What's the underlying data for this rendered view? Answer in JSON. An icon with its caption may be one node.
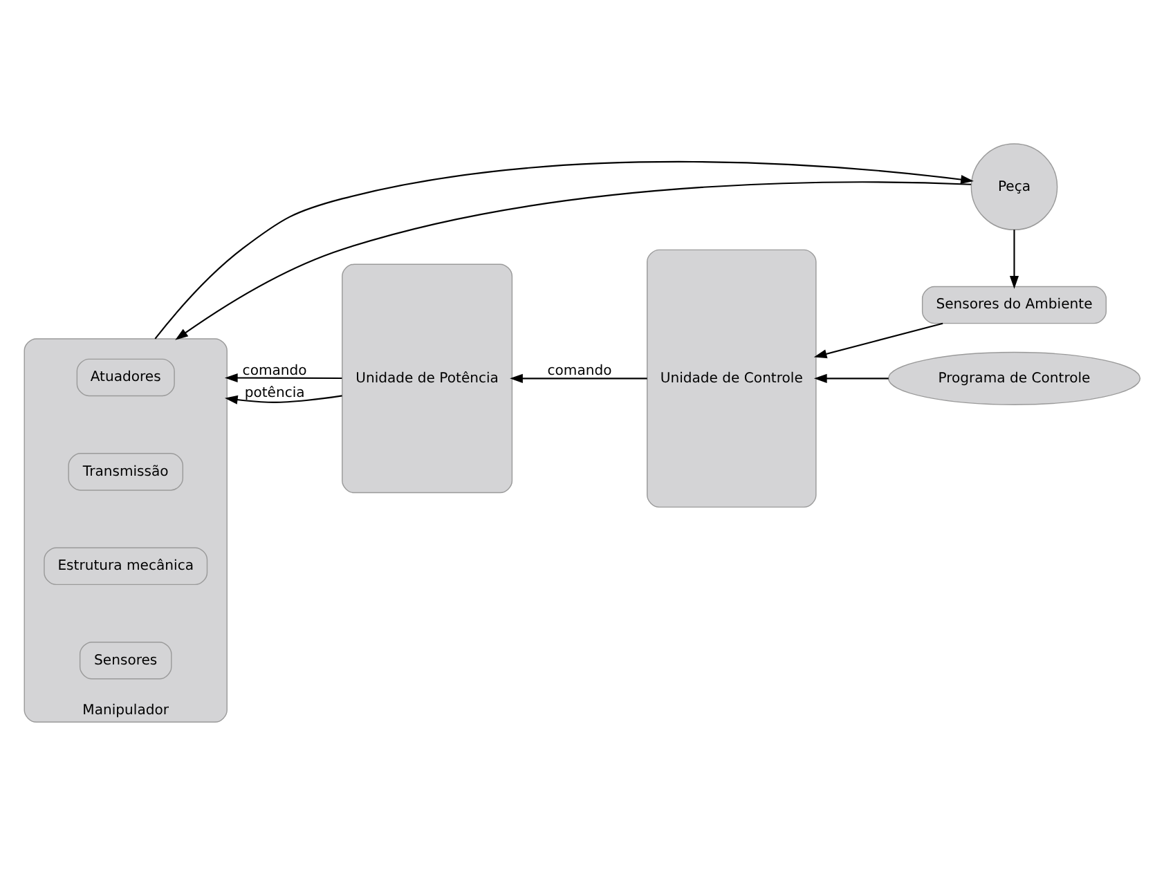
{
  "diagram": {
    "nodes": [
      {
        "text": [
          "Manipulador"
        ]
      },
      {
        "text": [
          "Sensores"
        ],
        "in": 0
      },
      {
        "text": [
          "Estrutura mecânica"
        ],
        "in": 0
      },
      {
        "text": [
          "Transmissão"
        ],
        "in": 0
      },
      {
        "text": [
          "Atuadores"
        ],
        "in": 0
      },
      {
        "text": [
          "Unidade de Potência"
        ]
      },
      {
        "text": [
          "Unidade de Controle"
        ]
      },
      {
        "text": [
          "Peça"
        ]
      },
      {
        "text": [
          "Sensores do Ambiente"
        ]
      },
      {
        "text": [
          "Programa de Controle"
        ]
      }
    ],
    "edges": [
      {
        "from": 6,
        "to": 5,
        "arrow": "to",
        "label": "comando"
      },
      {
        "from": 5,
        "to": 0,
        "arrow": "to",
        "label": "comando"
      },
      {
        "from": 5,
        "to": 0,
        "arrow": "to",
        "label": "potência"
      },
      {
        "from": 0,
        "to": 7,
        "arrow": "to"
      },
      {
        "from": 7,
        "to": 0,
        "arrow": "to"
      },
      {
        "from": 7,
        "to": 8,
        "arrow": "to"
      },
      {
        "from": 8,
        "to": 6,
        "arrow": "to"
      },
      {
        "from": 9,
        "to": 6,
        "arrow": "to"
      }
    ]
  }
}
